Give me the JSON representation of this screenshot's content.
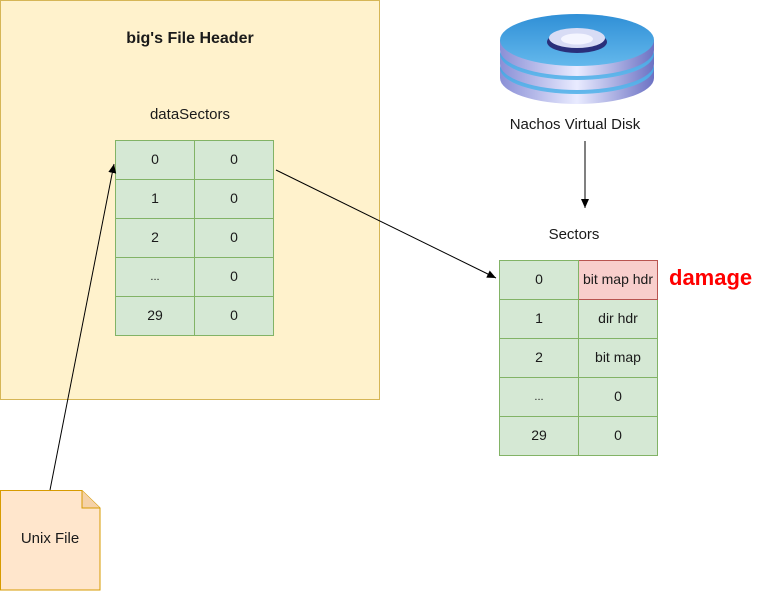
{
  "header": {
    "title": "big's File Header"
  },
  "data_sectors": {
    "label": "dataSectors",
    "rows": [
      [
        "0",
        "0"
      ],
      [
        "1",
        "0"
      ],
      [
        "2",
        "0"
      ],
      [
        "...",
        "0"
      ],
      [
        "29",
        "0"
      ]
    ]
  },
  "disk": {
    "label": "Nachos Virtual Disk"
  },
  "sectors": {
    "label": "Sectors",
    "rows": [
      [
        "0",
        "bit map hdr"
      ],
      [
        "1",
        "dir hdr"
      ],
      [
        "2",
        "bit map"
      ],
      [
        "...",
        "0"
      ],
      [
        "29",
        "0"
      ]
    ]
  },
  "damage_label": "damage",
  "unix_file": {
    "label": "Unix File"
  },
  "colors": {
    "header_fill": "#fff2cc",
    "cell_fill": "#d5e8d4",
    "damaged_fill": "#f8cecc",
    "damage_text": "#ff0000",
    "unix_file_fill": "#ffe6cc",
    "disk_blue": "#3d9fdc"
  }
}
